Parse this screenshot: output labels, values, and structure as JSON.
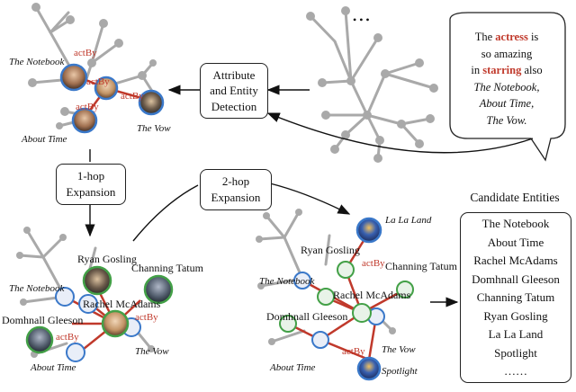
{
  "boxes": {
    "attr_detect": [
      "Attribute",
      "and Entity",
      "Detection"
    ],
    "one_hop": [
      "1-hop",
      "Expansion"
    ],
    "two_hop": [
      "2-hop",
      "Expansion"
    ]
  },
  "bubble": {
    "line1_pre": "The ",
    "line1_red": "actress",
    "line1_post": " is",
    "line2": "so amazing",
    "line3_pre": "in ",
    "line3_red": "starring",
    "line3_post": " also",
    "line4": "The Notebook,",
    "line5": "About Time,",
    "line6": "The Vow."
  },
  "ellipsis": "• • •",
  "top_graph": {
    "notebook": "The Notebook",
    "about_time": "About Time",
    "vow": "The Vow",
    "rel1": "actBy",
    "rel2": "actBy",
    "rel3": "actBy",
    "rel4": "actBy"
  },
  "hop1_graph": {
    "ryan": "Ryan Gosling",
    "channing": "Channing Tatum",
    "notebook": "The Notebook",
    "rachel": "Rachel McAdams",
    "domhnall": "Domhnall Gleeson",
    "vow": "The Vow",
    "about_time": "About Time",
    "rel1": "actBy",
    "rel2": "actBy"
  },
  "hop2_graph": {
    "lalaland": "La La Land",
    "ryan": "Ryan Gosling",
    "channing": "Channing Tatum",
    "notebook": "The Notebook",
    "rachel": "Rachel McAdams",
    "domhnall": "Domhnall Gleeson",
    "vow": "The Vow",
    "about_time": "About Time",
    "spotlight": "Spotlight",
    "rel1": "actBy",
    "rel2": "actBy"
  },
  "candidates": {
    "title": "Candidate Entities",
    "items": [
      "The Notebook",
      "About Time",
      "Rachel McAdams",
      "Domhnall Gleeson",
      "Channing Tatum",
      "Ryan Gosling",
      "La La Land",
      "Spotlight",
      "……"
    ]
  }
}
